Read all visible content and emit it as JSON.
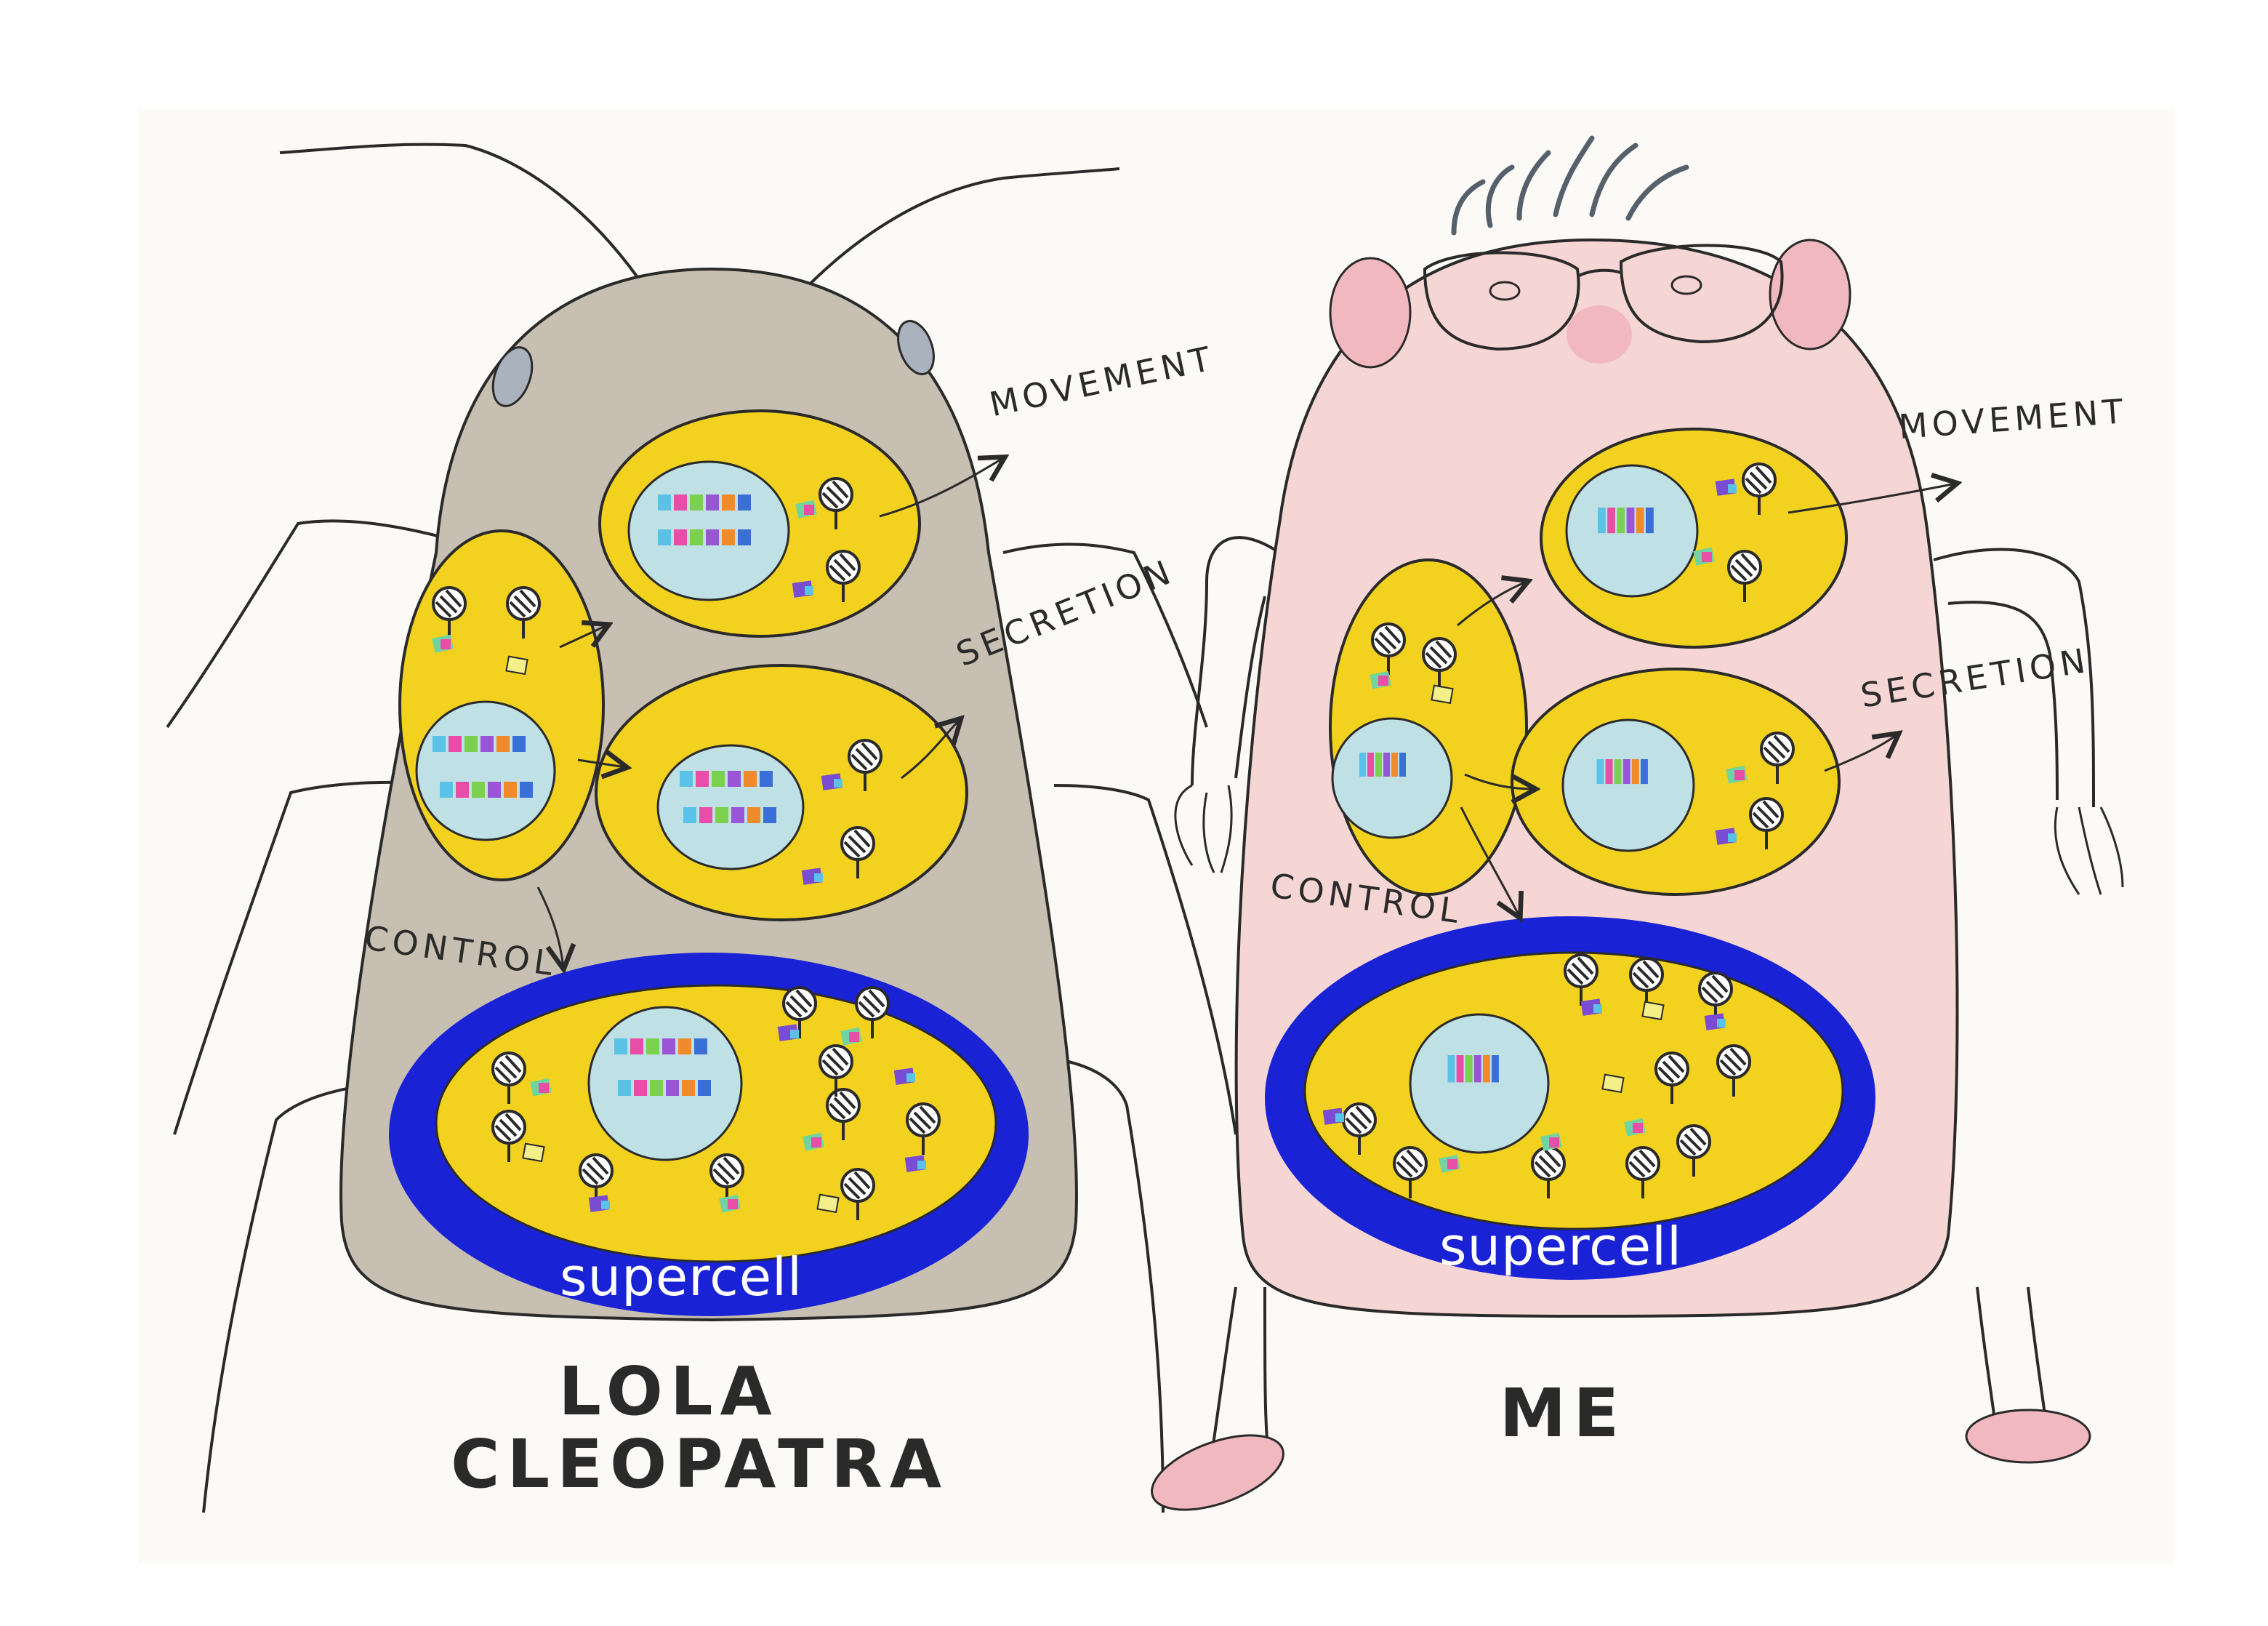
{
  "left_figure": {
    "name_line1": "LOLA",
    "name_line2": "CLEOPATRA",
    "arrow_labels": {
      "movement": "MOVEMENT",
      "secretion": "SECRETION",
      "control": "CONTROL"
    },
    "supercell_label": "supercell"
  },
  "right_figure": {
    "name": "ME",
    "arrow_labels": {
      "movement": "MOVEMENT",
      "secretion": "SECRETION",
      "control": "CONTROL"
    },
    "supercell_label": "supercell"
  },
  "colors": {
    "paper": "#fbfaf6",
    "bug_body": "#c7bfb1",
    "human_skin": "#f6d6d4",
    "cell_yellow": "#f2d21e",
    "nucleus": "#bfe0e4",
    "supercell_border": "#1a22d6",
    "ink": "#2a2a2a"
  }
}
